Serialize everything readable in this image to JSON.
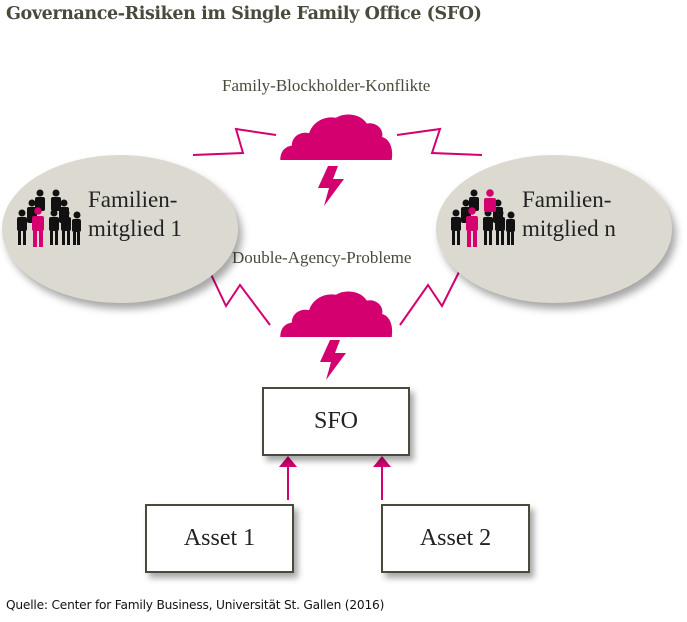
{
  "title": "Governance-Risiken im Single Family Office (SFO)",
  "colors": {
    "accent": "#d4006f",
    "ellipse_fill": "#dcdad0",
    "text": "#4a4a3c",
    "box_border": "#4a4a3c"
  },
  "conflicts": {
    "family_blockholder": "Family-Blockholder-Konflikte",
    "double_agency": "Double-Agency-Probleme"
  },
  "nodes": {
    "family_member_1": {
      "line1": "Familien-",
      "line2": "mitglied 1",
      "icon": "people-group-icon"
    },
    "family_member_n": {
      "line1": "Familien-",
      "line2": "mitglied n",
      "icon": "people-group-icon"
    },
    "sfo": "SFO",
    "asset_1": "Asset 1",
    "asset_2": "Asset 2"
  },
  "edges": [
    {
      "from": "Asset 1",
      "to": "SFO",
      "type": "arrow"
    },
    {
      "from": "Asset 2",
      "to": "SFO",
      "type": "arrow"
    },
    {
      "from": "Familien-mitglied 1",
      "to": "Familien-mitglied n",
      "type": "conflict",
      "label": "Family-Blockholder-Konflikte"
    },
    {
      "from": "Familien-mitglieder",
      "to": "SFO",
      "type": "conflict",
      "label": "Double-Agency-Probleme"
    }
  ],
  "source": "Quelle: Center for Family Business, Universität St. Gallen (2016)"
}
